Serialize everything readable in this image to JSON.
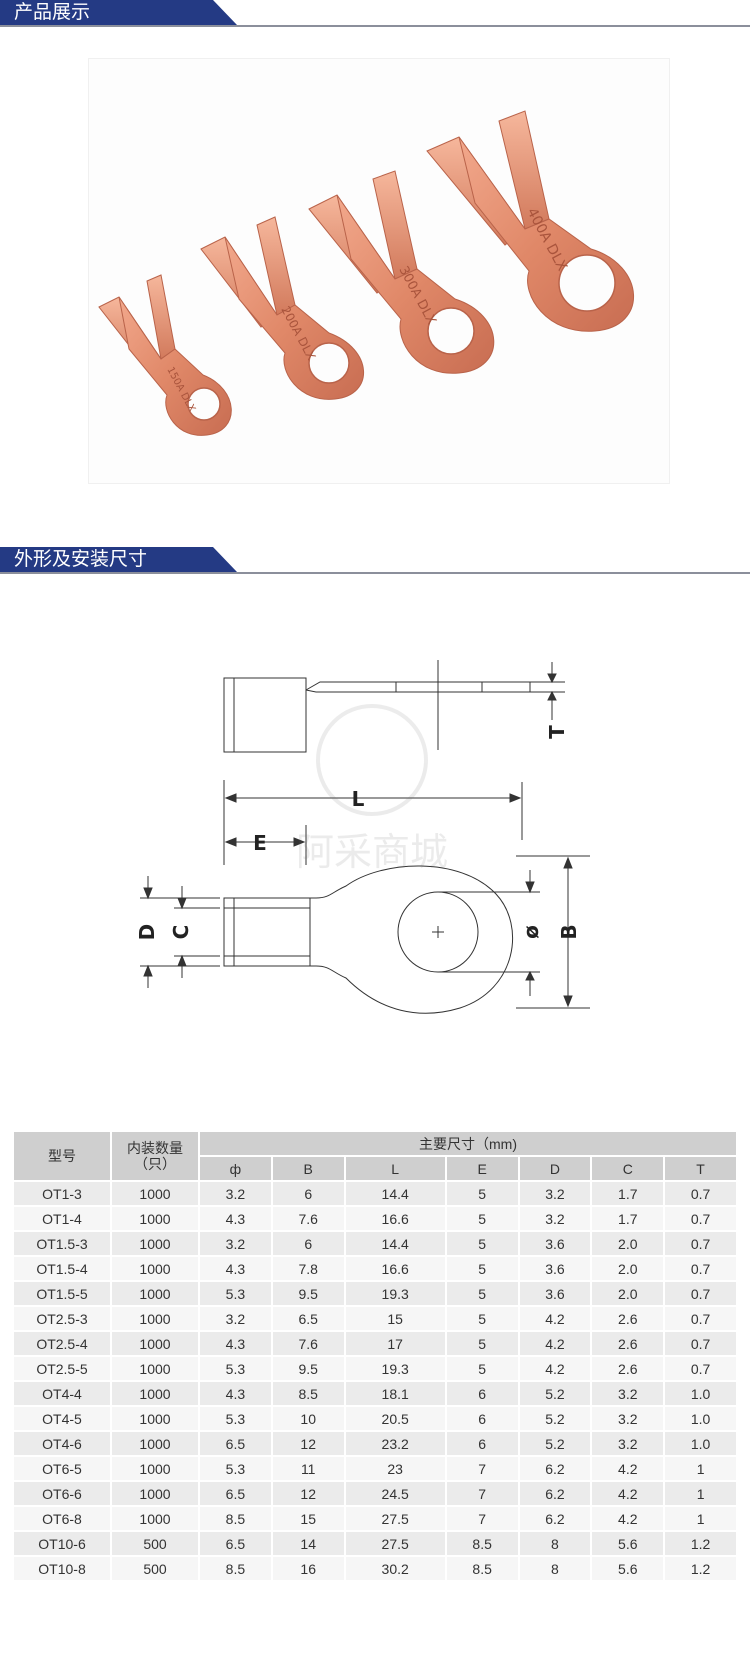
{
  "sections": {
    "product_display": "产品展示",
    "dimensions": "外形及安装尺寸"
  },
  "lug_stamps": [
    "150A DLX",
    "200A DLX",
    "300A DLX",
    "400A DLX"
  ],
  "drawing": {
    "labels": {
      "T": "T",
      "L": "L",
      "E": "E",
      "D": "D",
      "C": "C",
      "phi": "ø",
      "B": "B"
    },
    "watermark": "阿采商城"
  },
  "table": {
    "headers": {
      "model": "型号",
      "qty_line1": "内装数量",
      "qty_line2": "（只）",
      "main_dims": "主要尺寸（mm)",
      "cols": [
        "ф",
        "B",
        "L",
        "E",
        "D",
        "C",
        "T"
      ]
    },
    "rows": [
      [
        "OT1-3",
        "1000",
        "3.2",
        "6",
        "14.4",
        "5",
        "3.2",
        "1.7",
        "0.7"
      ],
      [
        "OT1-4",
        "1000",
        "4.3",
        "7.6",
        "16.6",
        "5",
        "3.2",
        "1.7",
        "0.7"
      ],
      [
        "OT1.5-3",
        "1000",
        "3.2",
        "6",
        "14.4",
        "5",
        "3.6",
        "2.0",
        "0.7"
      ],
      [
        "OT1.5-4",
        "1000",
        "4.3",
        "7.8",
        "16.6",
        "5",
        "3.6",
        "2.0",
        "0.7"
      ],
      [
        "OT1.5-5",
        "1000",
        "5.3",
        "9.5",
        "19.3",
        "5",
        "3.6",
        "2.0",
        "0.7"
      ],
      [
        "OT2.5-3",
        "1000",
        "3.2",
        "6.5",
        "15",
        "5",
        "4.2",
        "2.6",
        "0.7"
      ],
      [
        "OT2.5-4",
        "1000",
        "4.3",
        "7.6",
        "17",
        "5",
        "4.2",
        "2.6",
        "0.7"
      ],
      [
        "OT2.5-5",
        "1000",
        "5.3",
        "9.5",
        "19.3",
        "5",
        "4.2",
        "2.6",
        "0.7"
      ],
      [
        "OT4-4",
        "1000",
        "4.3",
        "8.5",
        "18.1",
        "6",
        "5.2",
        "3.2",
        "1.0"
      ],
      [
        "OT4-5",
        "1000",
        "5.3",
        "10",
        "20.5",
        "6",
        "5.2",
        "3.2",
        "1.0"
      ],
      [
        "OT4-6",
        "1000",
        "6.5",
        "12",
        "23.2",
        "6",
        "5.2",
        "3.2",
        "1.0"
      ],
      [
        "OT6-5",
        "1000",
        "5.3",
        "11",
        "23",
        "7",
        "6.2",
        "4.2",
        "1"
      ],
      [
        "OT6-6",
        "1000",
        "6.5",
        "12",
        "24.5",
        "7",
        "6.2",
        "4.2",
        "1"
      ],
      [
        "OT6-8",
        "1000",
        "8.5",
        "15",
        "27.5",
        "7",
        "6.2",
        "4.2",
        "1"
      ],
      [
        "OT10-6",
        "500",
        "6.5",
        "14",
        "27.5",
        "8.5",
        "8",
        "5.6",
        "1.2"
      ],
      [
        "OT10-8",
        "500",
        "8.5",
        "16",
        "30.2",
        "8.5",
        "8",
        "5.6",
        "1.2"
      ]
    ]
  },
  "colors": {
    "header_blue": "#243a84",
    "copper": "#e48d6f",
    "copper_dark": "#c96a4e"
  }
}
